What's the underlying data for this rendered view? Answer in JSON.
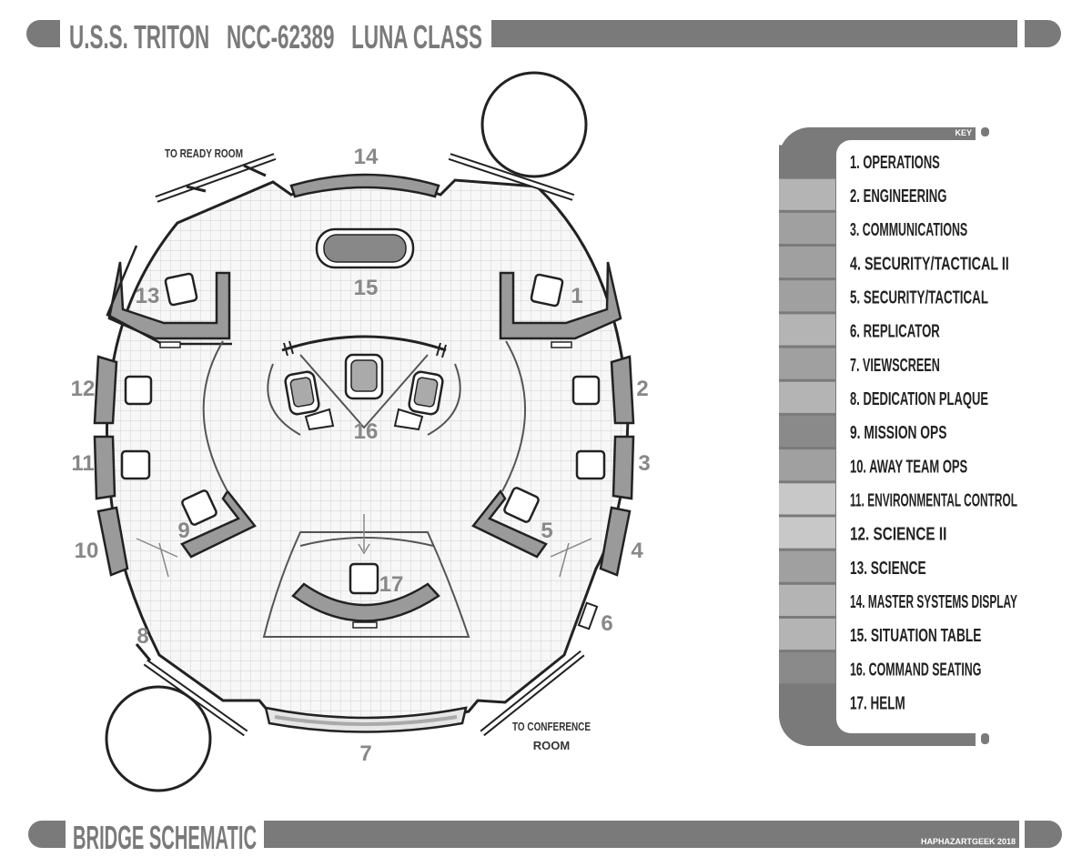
{
  "header": {
    "title": "U.S.S. TRITON   NCC-62389   LUNA CLASS",
    "color": "#7a7a7a"
  },
  "footer": {
    "title": "BRIDGE SCHEMATIC",
    "credit": "HAPHAZARTGEEK 2018"
  },
  "labels": {
    "ready_room": "TO READY ROOM",
    "conference_room_1": "TO CONFERENCE",
    "conference_room_2": "ROOM"
  },
  "stations": [
    {
      "num": "1"
    },
    {
      "num": "2"
    },
    {
      "num": "3"
    },
    {
      "num": "4"
    },
    {
      "num": "5"
    },
    {
      "num": "6"
    },
    {
      "num": "7"
    },
    {
      "num": "8"
    },
    {
      "num": "9"
    },
    {
      "num": "10"
    },
    {
      "num": "11"
    },
    {
      "num": "12"
    },
    {
      "num": "13"
    },
    {
      "num": "14"
    },
    {
      "num": "15"
    },
    {
      "num": "16"
    },
    {
      "num": "17"
    }
  ],
  "key": {
    "title": "KEY",
    "items": [
      {
        "label": "1. OPERATIONS",
        "shade": "#7a7a7a"
      },
      {
        "label": "2. ENGINEERING",
        "shade": "#b4b4b4"
      },
      {
        "label": "3. COMMUNICATIONS",
        "shade": "#a0a0a0"
      },
      {
        "label": "4. SECURITY/TACTICAL II",
        "shade": "#a0a0a0"
      },
      {
        "label": "5. SECURITY/TACTICAL",
        "shade": "#a0a0a0"
      },
      {
        "label": "6. REPLICATOR",
        "shade": "#b4b4b4"
      },
      {
        "label": "7. VIEWSCREEN",
        "shade": "#a0a0a0"
      },
      {
        "label": "8. DEDICATION PLAQUE",
        "shade": "#b4b4b4"
      },
      {
        "label": "9. MISSION OPS",
        "shade": "#8a8a8a"
      },
      {
        "label": "10. AWAY TEAM OPS",
        "shade": "#a0a0a0"
      },
      {
        "label": "11. ENVIRONMENTAL CONTROL",
        "shade": "#c8c8c8"
      },
      {
        "label": "12. SCIENCE II",
        "shade": "#c8c8c8"
      },
      {
        "label": "13. SCIENCE",
        "shade": "#a0a0a0"
      },
      {
        "label": "14. MASTER SYSTEMS DISPLAY",
        "shade": "#b4b4b4"
      },
      {
        "label": "15. SITUATION TABLE",
        "shade": "#b4b4b4"
      },
      {
        "label": "16. COMMAND SEATING",
        "shade": "#8a8a8a"
      },
      {
        "label": "17. HELM",
        "shade": "#7a7a7a"
      }
    ]
  }
}
